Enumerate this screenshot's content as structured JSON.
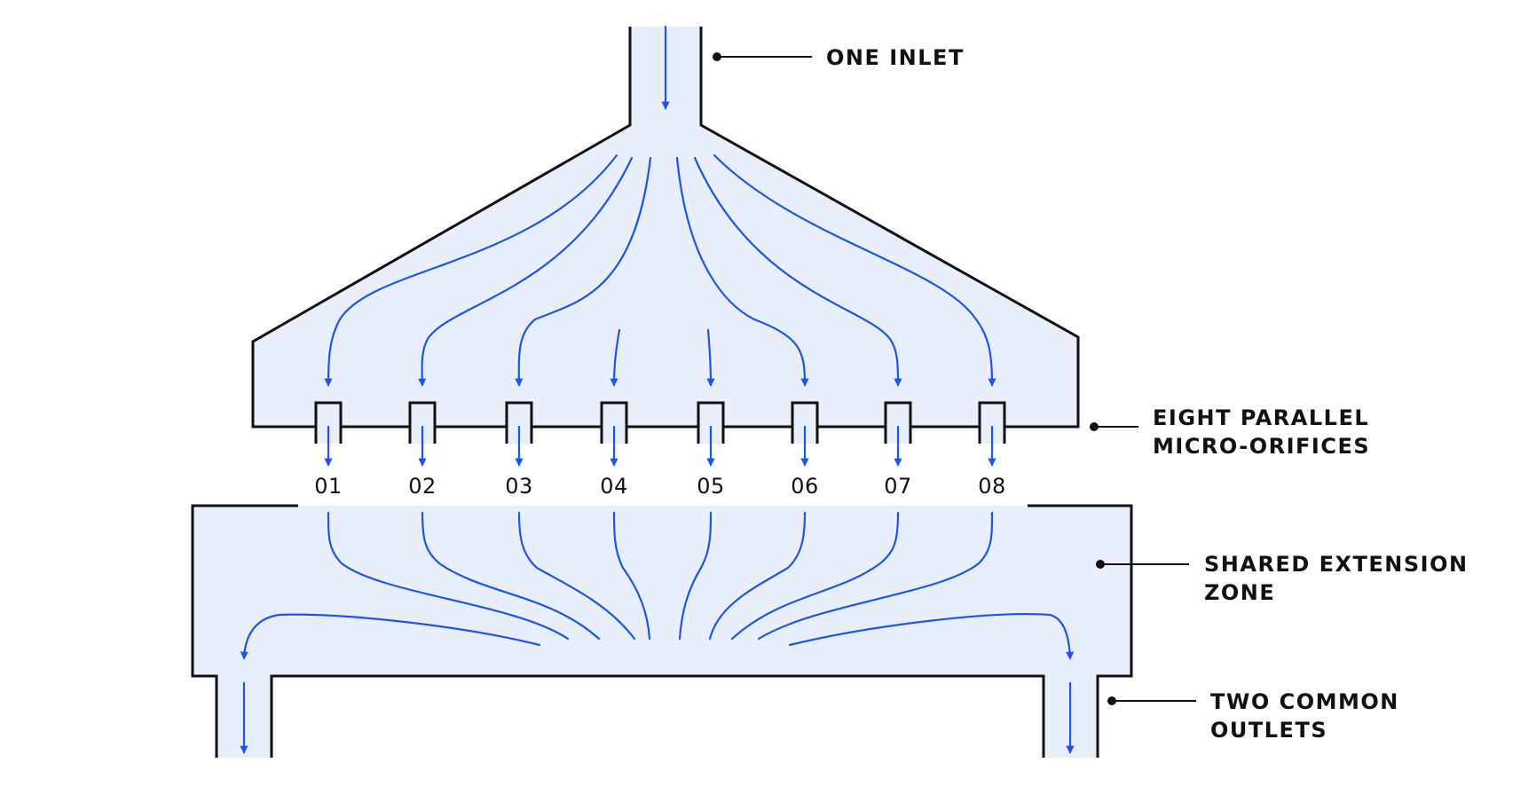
{
  "callouts": {
    "inlet": "ONE INLET",
    "orifices_line1": "EIGHT PARALLEL",
    "orifices_line2": "MICRO-ORIFICES",
    "zone_line1": "SHARED EXTENSION",
    "zone_line2": "ZONE",
    "outlets_line1": "TWO COMMON",
    "outlets_line2": "OUTLETS"
  },
  "orifices": [
    "01",
    "02",
    "03",
    "04",
    "05",
    "06",
    "07",
    "08"
  ],
  "colors": {
    "flow": "#1f55e6",
    "fluid": "#e8effb",
    "wall": "#111111"
  }
}
